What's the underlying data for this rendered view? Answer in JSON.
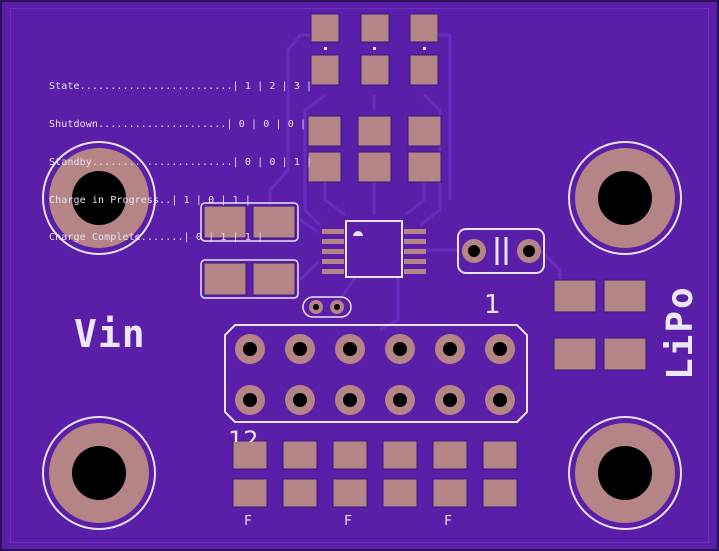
{
  "legend": {
    "rows": [
      "State.........................| 1 | 2 | 3 |",
      "Shutdown.....................| 0 | 0 | 0 |",
      "Standby.......................| 0 | 0 | 1 |",
      "Charge in Progress..| 1 | 0 | 1 |",
      "Charge Complete.......| 0 | 1 | 1 |"
    ]
  },
  "labels": {
    "vin": "Vin",
    "lipo": "LiPo",
    "pin1": "1",
    "pin12": "12",
    "fmarks": [
      "F",
      "F",
      "F"
    ]
  },
  "colors": {
    "board": "#5a1ea8",
    "pad": "#b48486",
    "silkscreen": "#e9e1f4",
    "hole": "#000000"
  }
}
